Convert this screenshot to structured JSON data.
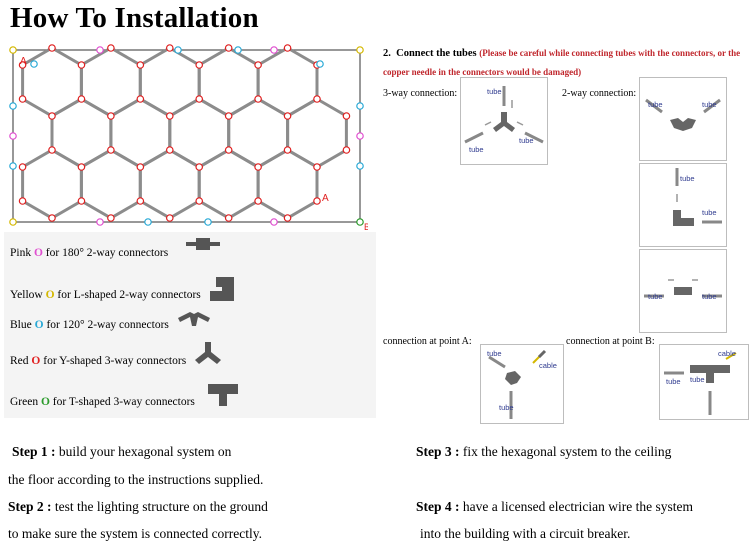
{
  "title": "How To Installation",
  "diagram": {
    "point_a_label": "A",
    "point_b_label": "B",
    "connector_colors": {
      "pink": "#e04fd0",
      "yellow": "#d4b800",
      "blue": "#29a9d6",
      "red": "#e02020",
      "green": "#2a9a2a",
      "tube": "#8c8c8c",
      "frame": "#777777"
    }
  },
  "legend": [
    {
      "pre": "Pink ",
      "ring": "O",
      "post": " for 180° 2-way connectors",
      "color": "#e04fd0",
      "icon": "straight-connector-icon"
    },
    {
      "pre": "Yellow ",
      "ring": "O",
      "post": " for L-shaped 2-way connectors",
      "color": "#d4b800",
      "icon": "l-connector-icon"
    },
    {
      "pre": "Blue ",
      "ring": "O",
      "post": " for 120° 2-way connectors",
      "color": "#29a9d6",
      "icon": "angled-connector-icon"
    },
    {
      "pre": "Red ",
      "ring": "O",
      "post": " for Y-shaped 3-way connectors",
      "color": "#e02020",
      "icon": "y-connector-icon"
    },
    {
      "pre": "Green ",
      "ring": "O",
      "post": " for T-shaped 3-way connectors",
      "color": "#2a9a2a",
      "icon": "t-connector-icon"
    }
  ],
  "section2": {
    "number": "2.",
    "heading": "Connect the tubes",
    "warning_line1": "(Please be careful while connecting tubes with the connectors, or the",
    "warning_line2": "copper needle in the connectors would be damaged)",
    "three_way_label": "3-way connection:",
    "two_way_label": "2-way connection:",
    "point_a_label": "connection at point A:",
    "point_b_label": "connection at point B:",
    "tube": "tube",
    "cable": "cable"
  },
  "steps": {
    "s1_head": "Step 1 :",
    "s1_line1": " build your hexagonal system on",
    "s1_line2": "the floor according to the instructions supplied.",
    "s2_head": "Step 2 :",
    "s2_line1": " test the lighting structure on the ground",
    "s2_line2": "to make sure the system is connected correctly.",
    "s3_head": "Step 3 :",
    "s3_line1": " fix the hexagonal system to the ceiling",
    "s4_head": "Step 4 :",
    "s4_line1": " have a licensed electrician wire the system",
    "s4_line2": "into the building with a circuit breaker."
  }
}
